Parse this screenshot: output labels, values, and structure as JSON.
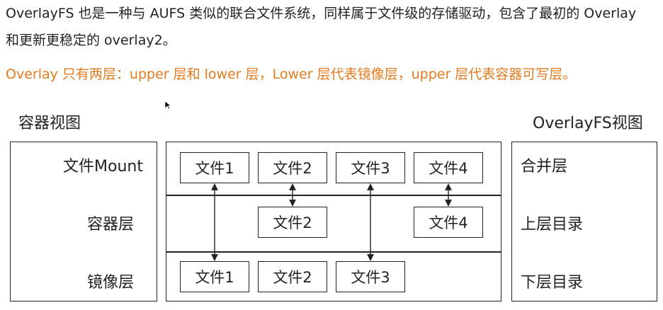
{
  "intro": {
    "line1": "OverlayFS 也是一种与 AUFS 类似的联合文件系统，同样属于文件级的存储驱动，包含了最初的 Overlay",
    "line2": "和更新更稳定的 overlay2。",
    "highlight": "Overlay 只有两层：upper 层和 lower 层，Lower 层代表镜像层，upper 层代表容器可写层。"
  },
  "colors": {
    "text": "#222222",
    "accent": "#e07b22",
    "lines": "#222222"
  },
  "diagram": {
    "left_heading": "容器视图",
    "right_heading": "OverlayFS视图",
    "left_labels": [
      "文件Mount",
      "容器层",
      "镜像层"
    ],
    "right_labels": [
      "合并层",
      "上层目录",
      "下层目录"
    ],
    "mount_files": [
      "文件1",
      "文件2",
      "文件3",
      "文件4"
    ],
    "container_files": [
      "文件2",
      "文件4"
    ],
    "image_files": [
      "文件1",
      "文件2",
      "文件3"
    ]
  }
}
